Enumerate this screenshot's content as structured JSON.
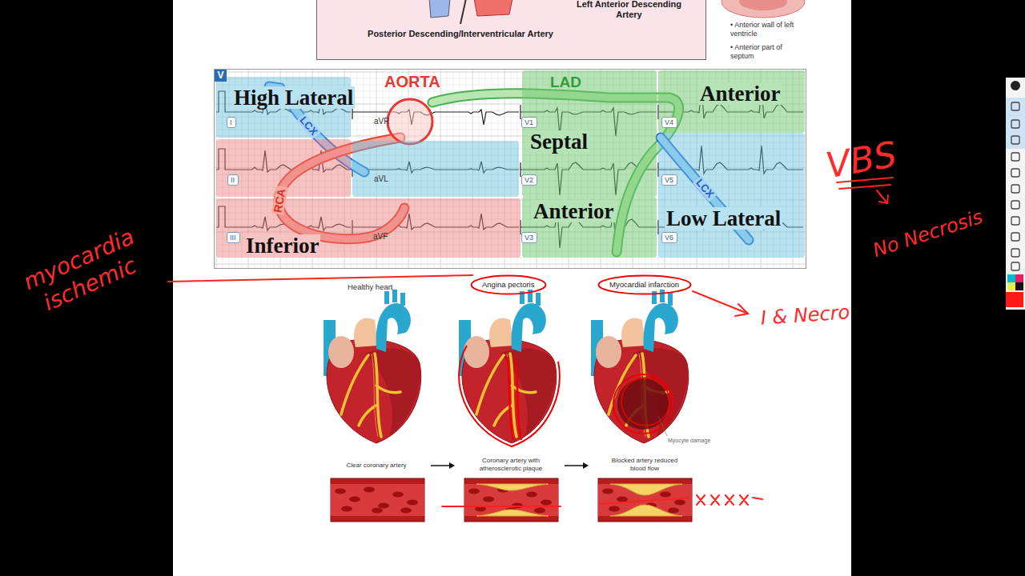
{
  "diagram": {
    "nodes": [
      {
        "text": [
          "Left Anterior Descending Artery",
          "Posterior Descending/Interventricular Artery"
        ]
      },
      {
        "text": [
          "V"
        ]
      },
      {
        "text": [
          "High Lateral"
        ],
        "in": 1
      },
      {
        "text": [
          "Anterior"
        ],
        "in": 1
      },
      {
        "text": [
          "Septal"
        ],
        "in": 1
      },
      {
        "text": [
          "Anterior"
        ],
        "in": 1
      },
      {
        "text": [
          "Low Lateral"
        ],
        "in": 1
      },
      {
        "text": [
          "Inferior"
        ],
        "in": 1
      },
      {
        "text": [
          "Angina pectoris"
        ]
      },
      {
        "text": [
          "Myocardial infarction"
        ]
      }
    ],
    "labels": [
      "• Anterior wall of left ventricle",
      "• Anterior part of septum",
      "AORTA",
      "LAD",
      "LCX",
      "RCA",
      "LCX",
      "I",
      "aVR",
      "V1",
      "V4",
      "II",
      "aVL",
      "V2",
      "V5",
      "III",
      "aVF",
      "V3",
      "V6",
      "Healthy heart",
      "Myocyte damage",
      "Clear coronary artery",
      "Coronary artery with atherosclerotic plaque",
      "Blocked artery reduced blood flow",
      "myocardia ischemic",
      "VBS",
      "No Necrosis",
      "I & Necro"
    ]
  }
}
